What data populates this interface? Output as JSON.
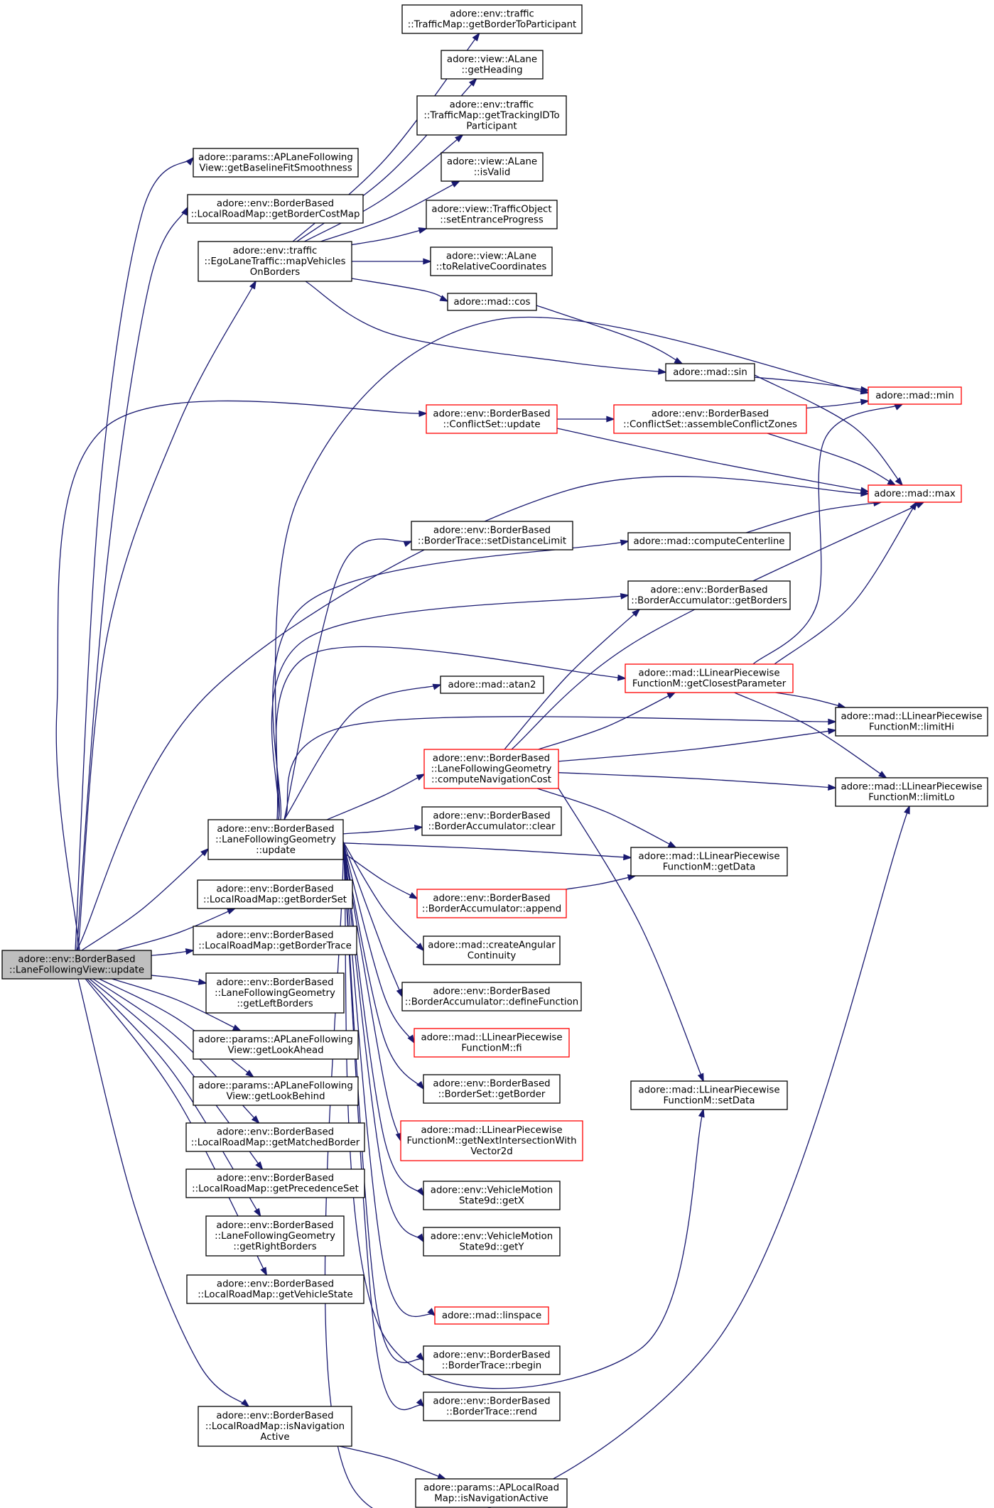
{
  "colors": {
    "edge": "#191970",
    "node_border": "#000000",
    "node_truncated_border": "#ff0000",
    "root_fill": "#bfbfbf",
    "node_fill": "#ffffff"
  },
  "nodes": [
    {
      "id": "root",
      "lines": [
        "adore::env::BorderBased",
        "::LaneFollowingView::update"
      ],
      "root": true
    },
    {
      "id": "getBaselineFitSmoothness",
      "lines": [
        "adore::params::APLaneFollowing",
        "View::getBaselineFitSmoothness"
      ]
    },
    {
      "id": "getBorderCostMap",
      "lines": [
        "adore::env::BorderBased",
        "::LocalRoadMap::getBorderCostMap"
      ]
    },
    {
      "id": "mapVehiclesOnBorders",
      "lines": [
        "adore::env::traffic",
        "::EgoLaneTraffic::mapVehicles",
        "OnBorders"
      ]
    },
    {
      "id": "getBorderToParticipant",
      "lines": [
        "adore::env::traffic",
        "::TrafficMap::getBorderToParticipant"
      ]
    },
    {
      "id": "getHeading",
      "lines": [
        "adore::view::ALane",
        "::getHeading"
      ]
    },
    {
      "id": "getTrackingIDToParticipant",
      "lines": [
        "adore::env::traffic",
        "::TrafficMap::getTrackingIDTo",
        "Participant"
      ]
    },
    {
      "id": "isValid",
      "lines": [
        "adore::view::ALane",
        "::isValid"
      ]
    },
    {
      "id": "setEntranceProgress",
      "lines": [
        "adore::view::TrafficObject",
        "::setEntranceProgress"
      ]
    },
    {
      "id": "toRelativeCoordinates",
      "lines": [
        "adore::view::ALane",
        "::toRelativeCoordinates"
      ]
    },
    {
      "id": "cos",
      "lines": [
        "adore::mad::cos"
      ]
    },
    {
      "id": "sin",
      "lines": [
        "adore::mad::sin"
      ]
    },
    {
      "id": "min",
      "lines": [
        "adore::mad::min"
      ],
      "truncated": true
    },
    {
      "id": "conflictUpdate",
      "lines": [
        "adore::env::BorderBased",
        "::ConflictSet::update"
      ],
      "truncated": true
    },
    {
      "id": "assembleConflictZones",
      "lines": [
        "adore::env::BorderBased",
        "::ConflictSet::assembleConflictZones"
      ],
      "truncated": true
    },
    {
      "id": "max",
      "lines": [
        "adore::mad::max"
      ],
      "truncated": true
    },
    {
      "id": "setDistanceLimit",
      "lines": [
        "adore::env::BorderBased",
        "::BorderTrace::setDistanceLimit"
      ]
    },
    {
      "id": "computeCenterline",
      "lines": [
        "adore::mad::computeCenterline"
      ]
    },
    {
      "id": "getBorders",
      "lines": [
        "adore::env::BorderBased",
        "::BorderAccumulator::getBorders"
      ]
    },
    {
      "id": "getClosestParameter",
      "lines": [
        "adore::mad::LLinearPiecewise",
        "FunctionM::getClosestParameter"
      ],
      "truncated": true
    },
    {
      "id": "atan2",
      "lines": [
        "adore::mad::atan2"
      ]
    },
    {
      "id": "limitHi",
      "lines": [
        "adore::mad::LLinearPiecewise",
        "FunctionM::limitHi"
      ]
    },
    {
      "id": "computeNavigationCost",
      "lines": [
        "adore::env::BorderBased",
        "::LaneFollowingGeometry",
        "::computeNavigationCost"
      ],
      "truncated": true
    },
    {
      "id": "limitLo",
      "lines": [
        "adore::mad::LLinearPiecewise",
        "FunctionM::limitLo"
      ]
    },
    {
      "id": "lfgUpdate",
      "lines": [
        "adore::env::BorderBased",
        "::LaneFollowingGeometry",
        "::update"
      ]
    },
    {
      "id": "accClear",
      "lines": [
        "adore::env::BorderBased",
        "::BorderAccumulator::clear"
      ]
    },
    {
      "id": "getData",
      "lines": [
        "adore::mad::LLinearPiecewise",
        "FunctionM::getData"
      ]
    },
    {
      "id": "getBorderSet",
      "lines": [
        "adore::env::BorderBased",
        "::LocalRoadMap::getBorderSet"
      ]
    },
    {
      "id": "accAppend",
      "lines": [
        "adore::env::BorderBased",
        "::BorderAccumulator::append"
      ],
      "truncated": true
    },
    {
      "id": "getBorderTrace",
      "lines": [
        "adore::env::BorderBased",
        "::LocalRoadMap::getBorderTrace"
      ]
    },
    {
      "id": "createAngularContinuity",
      "lines": [
        "adore::mad::createAngular",
        "Continuity"
      ]
    },
    {
      "id": "getLeftBorders",
      "lines": [
        "adore::env::BorderBased",
        "::LaneFollowingGeometry",
        "::getLeftBorders"
      ]
    },
    {
      "id": "defineFunction",
      "lines": [
        "adore::env::BorderBased",
        "::BorderAccumulator::defineFunction"
      ]
    },
    {
      "id": "getLookAhead",
      "lines": [
        "adore::params::APLaneFollowing",
        "View::getLookAhead"
      ]
    },
    {
      "id": "fi",
      "lines": [
        "adore::mad::LLinearPiecewise",
        "FunctionM::fi"
      ],
      "truncated": true
    },
    {
      "id": "getLookBehind",
      "lines": [
        "adore::params::APLaneFollowing",
        "View::getLookBehind"
      ]
    },
    {
      "id": "getBorder",
      "lines": [
        "adore::env::BorderBased",
        "::BorderSet::getBorder"
      ]
    },
    {
      "id": "setData",
      "lines": [
        "adore::mad::LLinearPiecewise",
        "FunctionM::setData"
      ]
    },
    {
      "id": "getMatchedBorder",
      "lines": [
        "adore::env::BorderBased",
        "::LocalRoadMap::getMatchedBorder"
      ]
    },
    {
      "id": "getNextIntersectionWithVector2d",
      "lines": [
        "adore::mad::LLinearPiecewise",
        "FunctionM::getNextIntersectionWith",
        "Vector2d"
      ],
      "truncated": true
    },
    {
      "id": "getPrecedenceSet",
      "lines": [
        "adore::env::BorderBased",
        "::LocalRoadMap::getPrecedenceSet"
      ]
    },
    {
      "id": "getX",
      "lines": [
        "adore::env::VehicleMotion",
        "State9d::getX"
      ]
    },
    {
      "id": "getRightBorders",
      "lines": [
        "adore::env::BorderBased",
        "::LaneFollowingGeometry",
        "::getRightBorders"
      ]
    },
    {
      "id": "getY",
      "lines": [
        "adore::env::VehicleMotion",
        "State9d::getY"
      ]
    },
    {
      "id": "getVehicleState",
      "lines": [
        "adore::env::BorderBased",
        "::LocalRoadMap::getVehicleState"
      ]
    },
    {
      "id": "linspace",
      "lines": [
        "adore::mad::linspace"
      ],
      "truncated": true
    },
    {
      "id": "rbegin",
      "lines": [
        "adore::env::BorderBased",
        "::BorderTrace::rbegin"
      ]
    },
    {
      "id": "rend",
      "lines": [
        "adore::env::BorderBased",
        "::BorderTrace::rend"
      ]
    },
    {
      "id": "isNavigationActiveMap",
      "lines": [
        "adore::env::BorderBased",
        "::LocalRoadMap::isNavigation",
        "Active"
      ]
    },
    {
      "id": "isNavigationActiveParams",
      "lines": [
        "adore::params::APLocalRoad",
        "Map::isNavigationActive"
      ]
    }
  ],
  "edges": [
    {
      "from": "root",
      "to": "getBaselineFitSmoothness"
    },
    {
      "from": "root",
      "to": "getBorderCostMap"
    },
    {
      "from": "root",
      "to": "mapVehiclesOnBorders"
    },
    {
      "from": "root",
      "to": "conflictUpdate"
    },
    {
      "from": "root",
      "to": "max"
    },
    {
      "from": "root",
      "to": "lfgUpdate"
    },
    {
      "from": "root",
      "to": "getBorderSet"
    },
    {
      "from": "root",
      "to": "getBorderTrace"
    },
    {
      "from": "root",
      "to": "getLeftBorders"
    },
    {
      "from": "root",
      "to": "getLookAhead"
    },
    {
      "from": "root",
      "to": "getLookBehind"
    },
    {
      "from": "root",
      "to": "getMatchedBorder"
    },
    {
      "from": "root",
      "to": "getPrecedenceSet"
    },
    {
      "from": "root",
      "to": "getRightBorders"
    },
    {
      "from": "root",
      "to": "getVehicleState"
    },
    {
      "from": "root",
      "to": "isNavigationActiveMap"
    },
    {
      "from": "mapVehiclesOnBorders",
      "to": "getBorderToParticipant"
    },
    {
      "from": "mapVehiclesOnBorders",
      "to": "getHeading"
    },
    {
      "from": "mapVehiclesOnBorders",
      "to": "getTrackingIDToParticipant"
    },
    {
      "from": "mapVehiclesOnBorders",
      "to": "isValid"
    },
    {
      "from": "mapVehiclesOnBorders",
      "to": "setEntranceProgress"
    },
    {
      "from": "mapVehiclesOnBorders",
      "to": "toRelativeCoordinates"
    },
    {
      "from": "mapVehiclesOnBorders",
      "to": "cos"
    },
    {
      "from": "mapVehiclesOnBorders",
      "to": "sin"
    },
    {
      "from": "cos",
      "to": "sin"
    },
    {
      "from": "sin",
      "to": "min"
    },
    {
      "from": "sin",
      "to": "max"
    },
    {
      "from": "conflictUpdate",
      "to": "assembleConflictZones"
    },
    {
      "from": "conflictUpdate",
      "to": "max"
    },
    {
      "from": "assembleConflictZones",
      "to": "min"
    },
    {
      "from": "assembleConflictZones",
      "to": "max"
    },
    {
      "from": "computeCenterline",
      "to": "max"
    },
    {
      "from": "getClosestParameter",
      "to": "min"
    },
    {
      "from": "getClosestParameter",
      "to": "max"
    },
    {
      "from": "getClosestParameter",
      "to": "limitHi"
    },
    {
      "from": "getClosestParameter",
      "to": "limitLo"
    },
    {
      "from": "computeNavigationCost",
      "to": "getBorders"
    },
    {
      "from": "computeNavigationCost",
      "to": "getClosestParameter"
    },
    {
      "from": "computeNavigationCost",
      "to": "limitHi"
    },
    {
      "from": "computeNavigationCost",
      "to": "limitLo"
    },
    {
      "from": "computeNavigationCost",
      "to": "getData"
    },
    {
      "from": "computeNavigationCost",
      "to": "setData"
    },
    {
      "from": "computeNavigationCost",
      "to": "max"
    },
    {
      "from": "accAppend",
      "to": "getData"
    },
    {
      "from": "isNavigationActiveMap",
      "to": "isNavigationActiveParams"
    },
    {
      "from": "lfgUpdate",
      "to": "min"
    },
    {
      "from": "lfgUpdate",
      "to": "getBorders"
    },
    {
      "from": "lfgUpdate",
      "to": "setDistanceLimit"
    },
    {
      "from": "lfgUpdate",
      "to": "computeCenterline"
    },
    {
      "from": "lfgUpdate",
      "to": "getClosestParameter"
    },
    {
      "from": "lfgUpdate",
      "to": "atan2"
    },
    {
      "from": "lfgUpdate",
      "to": "limitHi"
    },
    {
      "from": "lfgUpdate",
      "to": "computeNavigationCost"
    },
    {
      "from": "lfgUpdate",
      "to": "accClear"
    },
    {
      "from": "lfgUpdate",
      "to": "getData"
    },
    {
      "from": "lfgUpdate",
      "to": "accAppend"
    },
    {
      "from": "lfgUpdate",
      "to": "createAngularContinuity"
    },
    {
      "from": "lfgUpdate",
      "to": "defineFunction"
    },
    {
      "from": "lfgUpdate",
      "to": "fi"
    },
    {
      "from": "lfgUpdate",
      "to": "getBorder"
    },
    {
      "from": "lfgUpdate",
      "to": "getNextIntersectionWithVector2d"
    },
    {
      "from": "lfgUpdate",
      "to": "getX"
    },
    {
      "from": "lfgUpdate",
      "to": "getY"
    },
    {
      "from": "lfgUpdate",
      "to": "setData"
    },
    {
      "from": "lfgUpdate",
      "to": "linspace"
    },
    {
      "from": "lfgUpdate",
      "to": "rbegin"
    },
    {
      "from": "lfgUpdate",
      "to": "rend"
    },
    {
      "from": "lfgUpdate",
      "to": "limitLo"
    }
  ]
}
